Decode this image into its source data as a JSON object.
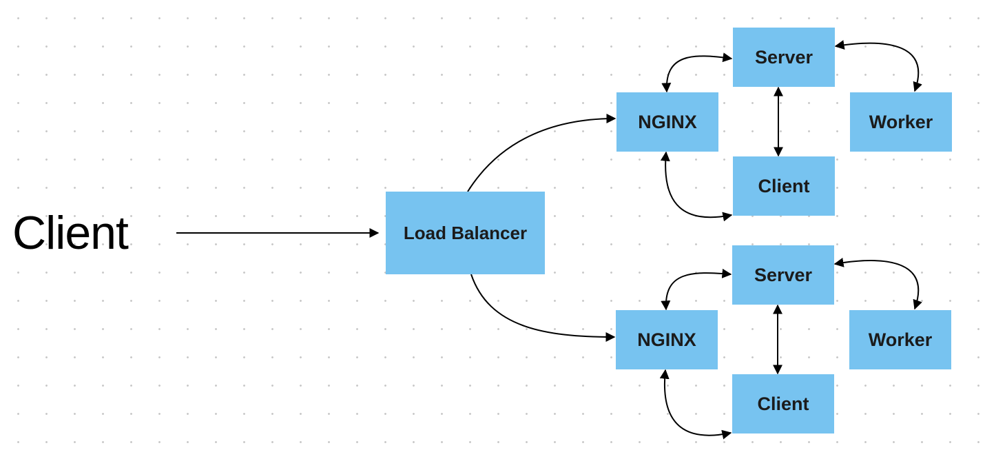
{
  "client_label": "Client",
  "load_balancer": "Load Balancer",
  "clusters": [
    {
      "nginx": "NGINX",
      "server": "Server",
      "worker": "Worker",
      "client": "Client"
    },
    {
      "nginx": "NGINX",
      "server": "Server",
      "worker": "Worker",
      "client": "Client"
    }
  ],
  "colors": {
    "node_fill": "#77c3f0",
    "connector": "#000000",
    "grid_dot": "#c9c9c9"
  }
}
